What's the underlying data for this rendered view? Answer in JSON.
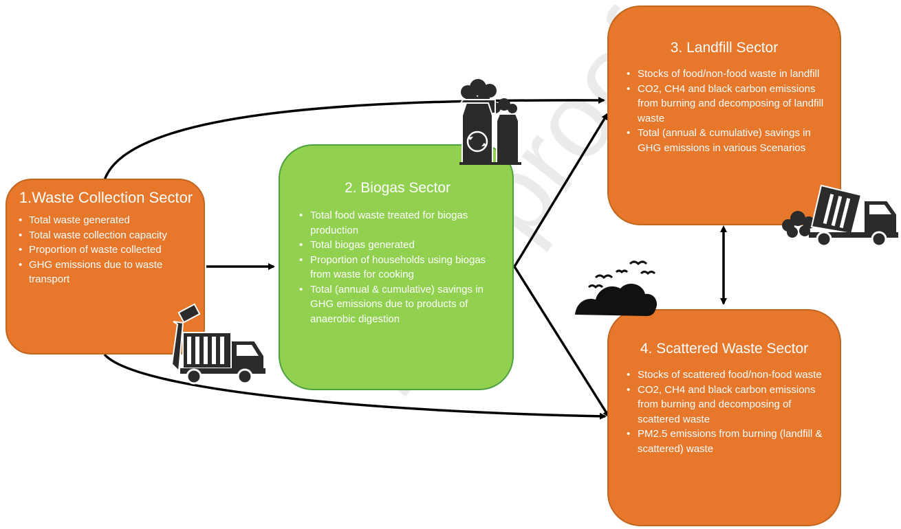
{
  "sectors": [
    {
      "title": "1.Waste Collection Sector",
      "items": [
        "Total waste generated",
        "Total waste collection capacity",
        "Proportion of waste collected",
        "GHG emissions due to waste transport"
      ]
    },
    {
      "title": "2. Biogas Sector",
      "items": [
        "Total food waste treated for biogas production",
        "Total biogas generated",
        "Proportion of households using biogas from waste for cooking",
        "Total (annual & cumulative) savings in GHG emissions due to products of anaerobic digestion"
      ]
    },
    {
      "title": "3. Landfill Sector",
      "items": [
        "Stocks of food/non-food waste in landfill",
        "CO2, CH4 and black carbon emissions from burning and decomposing of landfill waste",
        "Total (annual & cumulative) savings in GHG emissions in various Scenarios"
      ]
    },
    {
      "title": "4. Scattered Waste Sector",
      "items": [
        "Stocks of scattered food/non-food waste",
        "CO2, CH4 and black carbon emissions from burning and decomposing of scattered waste",
        "PM2.5 emissions from burning (landfill & scattered) waste"
      ]
    }
  ],
  "watermark": "Pre-proof",
  "colors": {
    "orange": "#e7772b",
    "green": "#92d050",
    "arrow": "#000000"
  },
  "icons": [
    "garbage-truck-icon",
    "biogas-plant-icon",
    "smoke-cloud-birds-icon",
    "dump-truck-icon"
  ]
}
